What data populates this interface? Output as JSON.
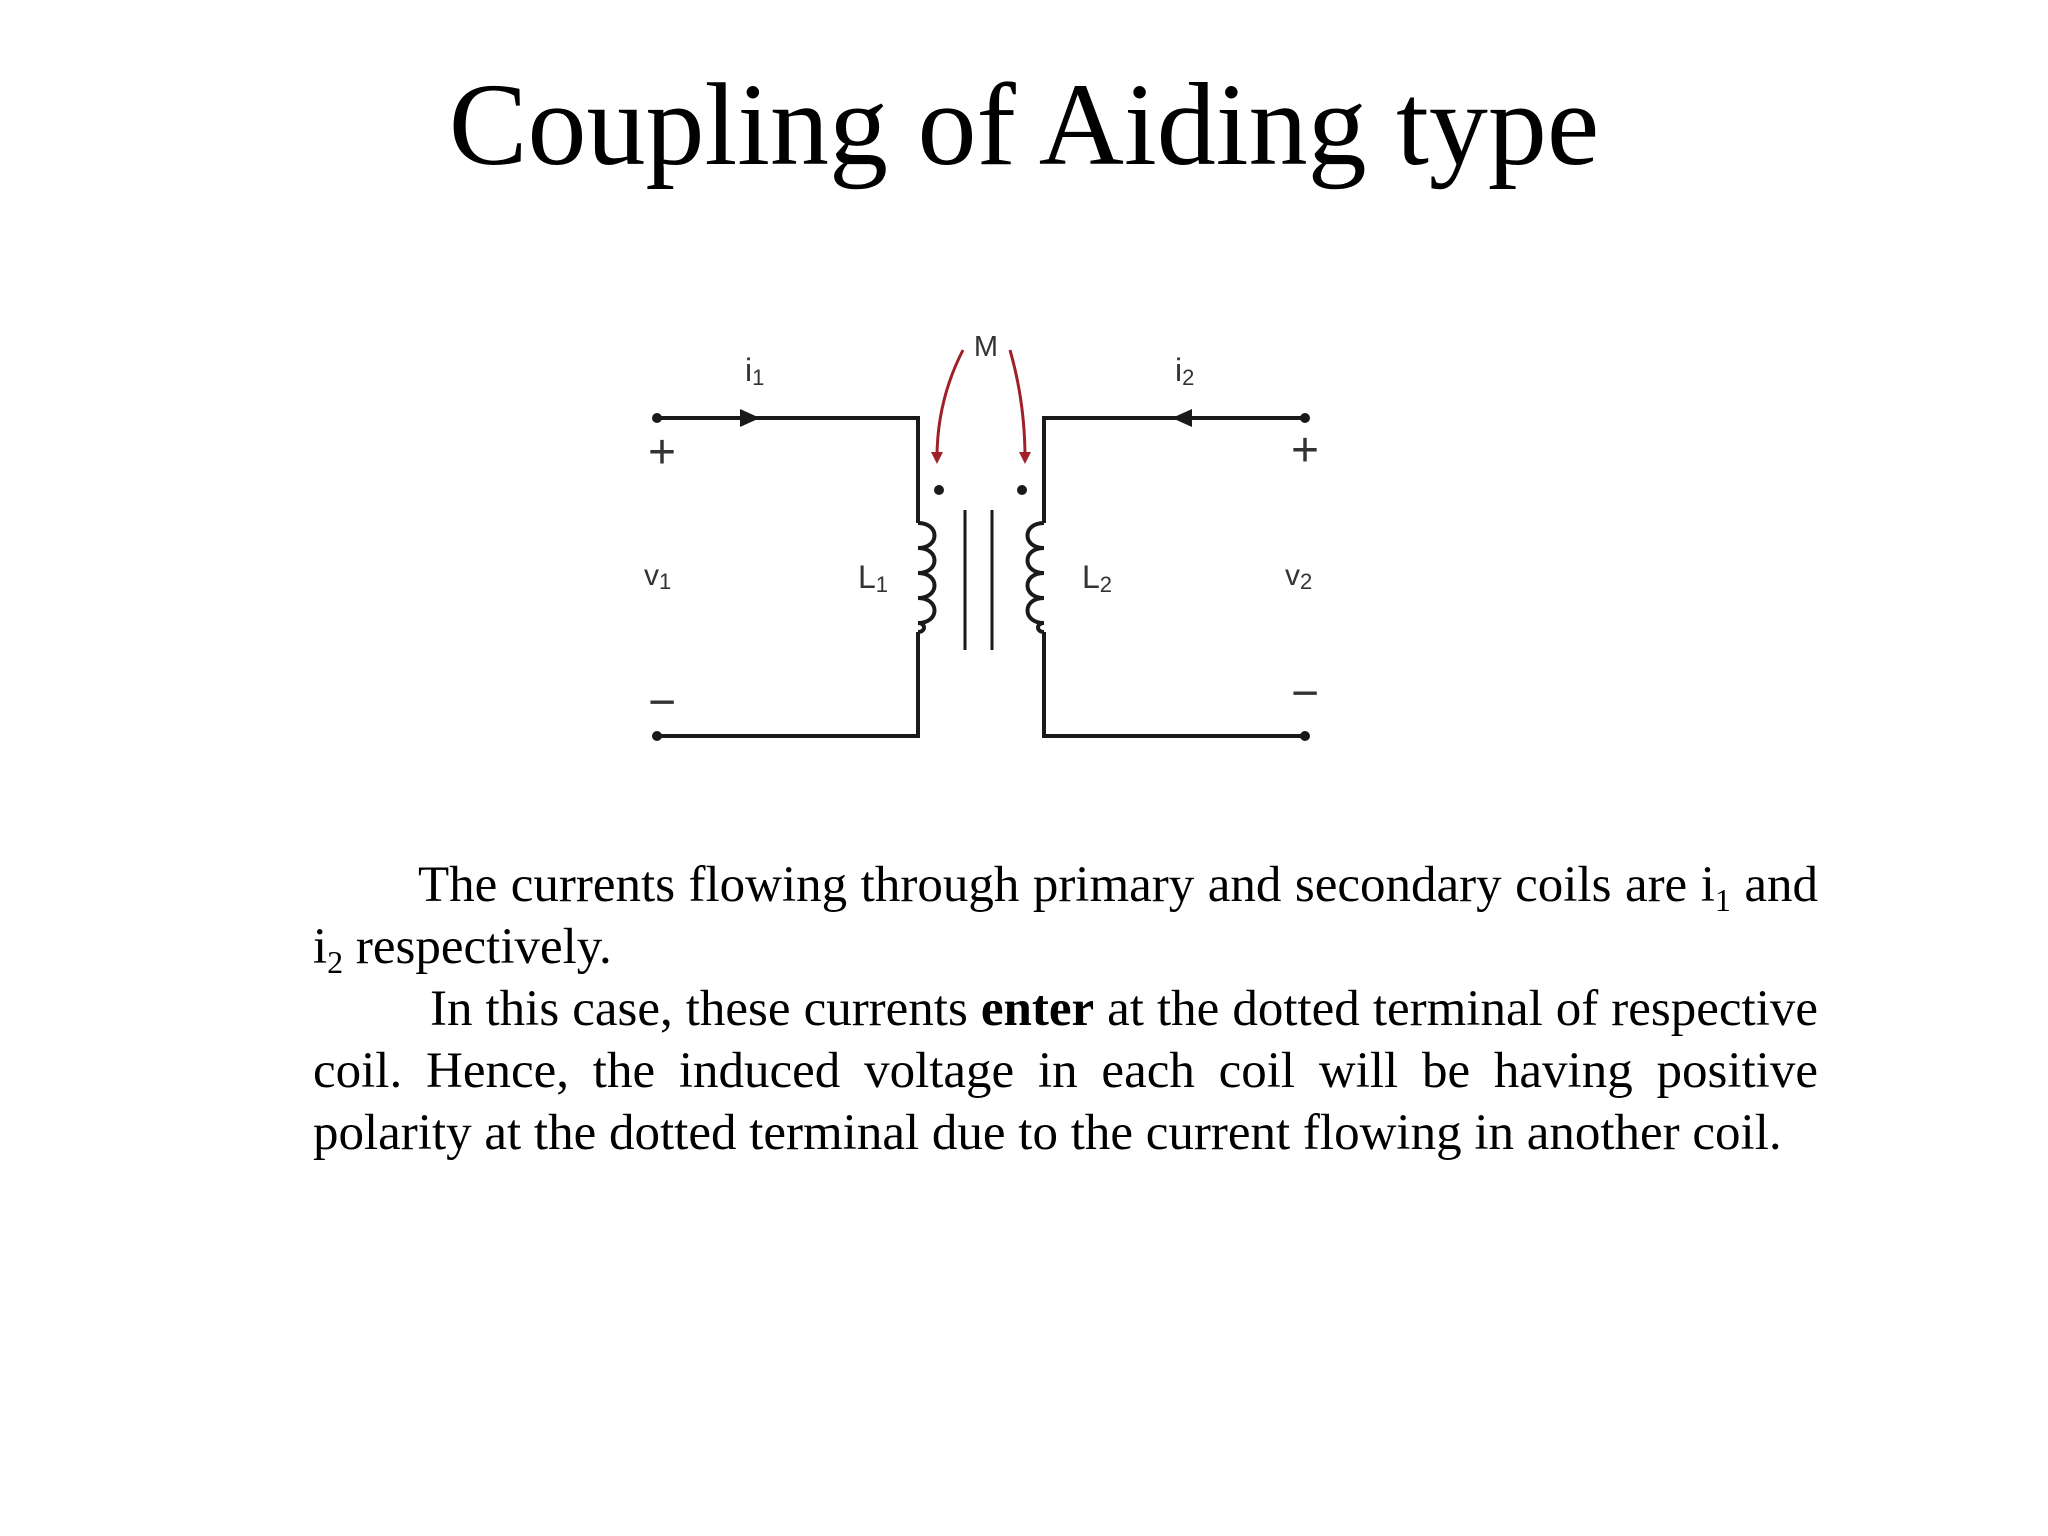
{
  "slide": {
    "title": "Coupling of Aiding type"
  },
  "circuit": {
    "labels": {
      "i1": "i",
      "i1_sub": "1",
      "i2": "i",
      "i2_sub": "2",
      "M": "M",
      "L1": "L",
      "L1_sub": "1",
      "L2": "L",
      "L2_sub": "2",
      "v1": "v",
      "v1_sub": "1",
      "v2": "v",
      "v2_sub": "2",
      "plus": "+",
      "minus": "−"
    },
    "colors": {
      "wire": "#1a1a1a",
      "arrow": "#a0202a",
      "label": "#333333"
    }
  },
  "body": {
    "p1": {
      "text_a": "The currents flowing through primary and secondary coils are i",
      "sub_a": "1",
      "text_b": " and i",
      "sub_b": "2",
      "text_c": " respectively."
    },
    "p2": {
      "text_a": "In this case, these currents ",
      "bold": "enter",
      "text_b": " at the dotted terminal of respective coil. Hence, the induced voltage in each coil will be having positive polarity at the dotted terminal due to the current flowing in another coil."
    }
  }
}
